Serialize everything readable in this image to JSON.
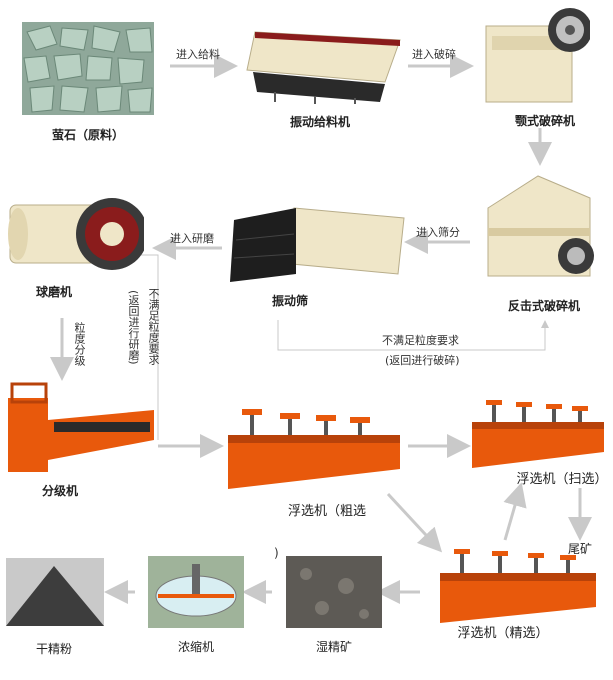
{
  "stages": {
    "ore": "萤石（原料）",
    "feeder": "振动给料机",
    "jaw": "颚式破碎机",
    "impact": "反击式破碎机",
    "screen": "振动筛",
    "ballmill": "球磨机",
    "classifier": "分级机",
    "flot_rough": "浮选机（粗选",
    "flot_rough_close": ")",
    "flot_scav": "浮选机（扫选）",
    "flot_clean": "浮选机（精选）",
    "tailings": "尾矿",
    "wet": "湿精矿",
    "thickener": "浓缩机",
    "dry": "干精粉"
  },
  "arrows": {
    "to_feeder": "进入给料",
    "to_crush": "进入破碎",
    "to_screen": "进入筛分",
    "to_mill": "进入研磨",
    "grading": "粒度分级",
    "return_crush_1": "不满足粒度要求",
    "return_crush_2": "(返回进行破碎)",
    "return_mill_1": "不满足粒度要求",
    "return_mill_2": "(返回进行研磨)"
  },
  "colors": {
    "arrow": "#c9c9c9",
    "machine": "#e8590c",
    "machine_dark": "#b8420a"
  }
}
